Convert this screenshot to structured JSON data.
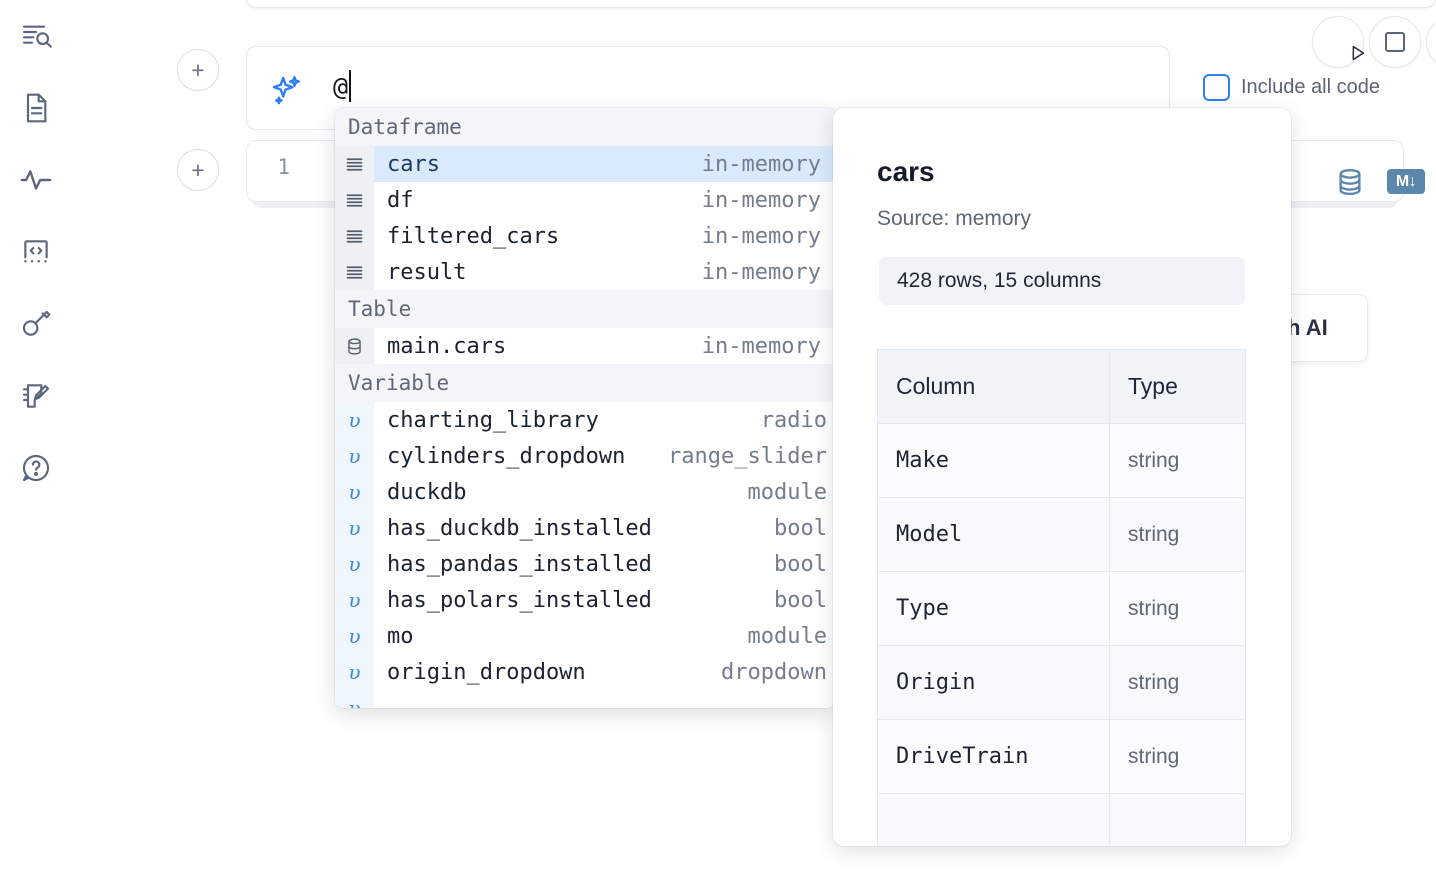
{
  "rail": {
    "items": [
      {
        "name": "outline-search-icon",
        "label": "Outline"
      },
      {
        "name": "file-text-icon",
        "label": "Notebook"
      },
      {
        "name": "activity-pulse-icon",
        "label": "Runtime"
      },
      {
        "name": "code-brackets-icon",
        "label": "Snippets"
      },
      {
        "name": "key-icon",
        "label": "Secrets"
      },
      {
        "name": "notebook-pen-icon",
        "label": "Scratchpad"
      },
      {
        "name": "help-chat-icon",
        "label": "Help"
      }
    ]
  },
  "toolbar": {
    "add_cell_label": "+",
    "run_label": "Run",
    "stop_label": "Stop",
    "include_all_code_label": "Include all code",
    "include_all_code_checked": false
  },
  "prompt": {
    "icon": "sparkle-icon",
    "value": "@",
    "accent_color": "#2d7ff9"
  },
  "cell": {
    "line_number": "1",
    "db_icon_label": "database-icon",
    "markdown_badge_label": "M"
  },
  "ai_card": {
    "label": "h AI"
  },
  "autocomplete": {
    "groups": [
      {
        "title": "Dataframe",
        "icon": "dataframe-rows-icon",
        "kind": "dataframe",
        "items": [
          {
            "name": "cars",
            "type": "in-memory",
            "selected": true
          },
          {
            "name": "df",
            "type": "in-memory",
            "selected": false
          },
          {
            "name": "filtered_cars",
            "type": "in-memory",
            "selected": false
          },
          {
            "name": "result",
            "type": "in-memory",
            "selected": false
          }
        ]
      },
      {
        "title": "Table",
        "icon": "database-icon",
        "kind": "table",
        "items": [
          {
            "name": "main.cars",
            "type": "in-memory",
            "selected": false
          }
        ]
      },
      {
        "title": "Variable",
        "icon": "variable-glyph-icon",
        "kind": "variable",
        "items": [
          {
            "name": "charting_library",
            "type": "radio",
            "selected": false
          },
          {
            "name": "cylinders_dropdown",
            "type": "range_slider",
            "selected": false
          },
          {
            "name": "duckdb",
            "type": "module",
            "selected": false
          },
          {
            "name": "has_duckdb_installed",
            "type": "bool",
            "selected": false
          },
          {
            "name": "has_pandas_installed",
            "type": "bool",
            "selected": false
          },
          {
            "name": "has_polars_installed",
            "type": "bool",
            "selected": false
          },
          {
            "name": "mo",
            "type": "module",
            "selected": false
          },
          {
            "name": "origin_dropdown",
            "type": "dropdown",
            "selected": false
          }
        ]
      }
    ]
  },
  "info_panel": {
    "title": "cars",
    "source": "Source: memory",
    "shape": "428 rows, 15 columns",
    "table": {
      "headers": [
        "Column",
        "Type"
      ],
      "rows": [
        [
          "Make",
          "string"
        ],
        [
          "Model",
          "string"
        ],
        [
          "Type",
          "string"
        ],
        [
          "Origin",
          "string"
        ],
        [
          "DriveTrain",
          "string"
        ]
      ]
    }
  }
}
